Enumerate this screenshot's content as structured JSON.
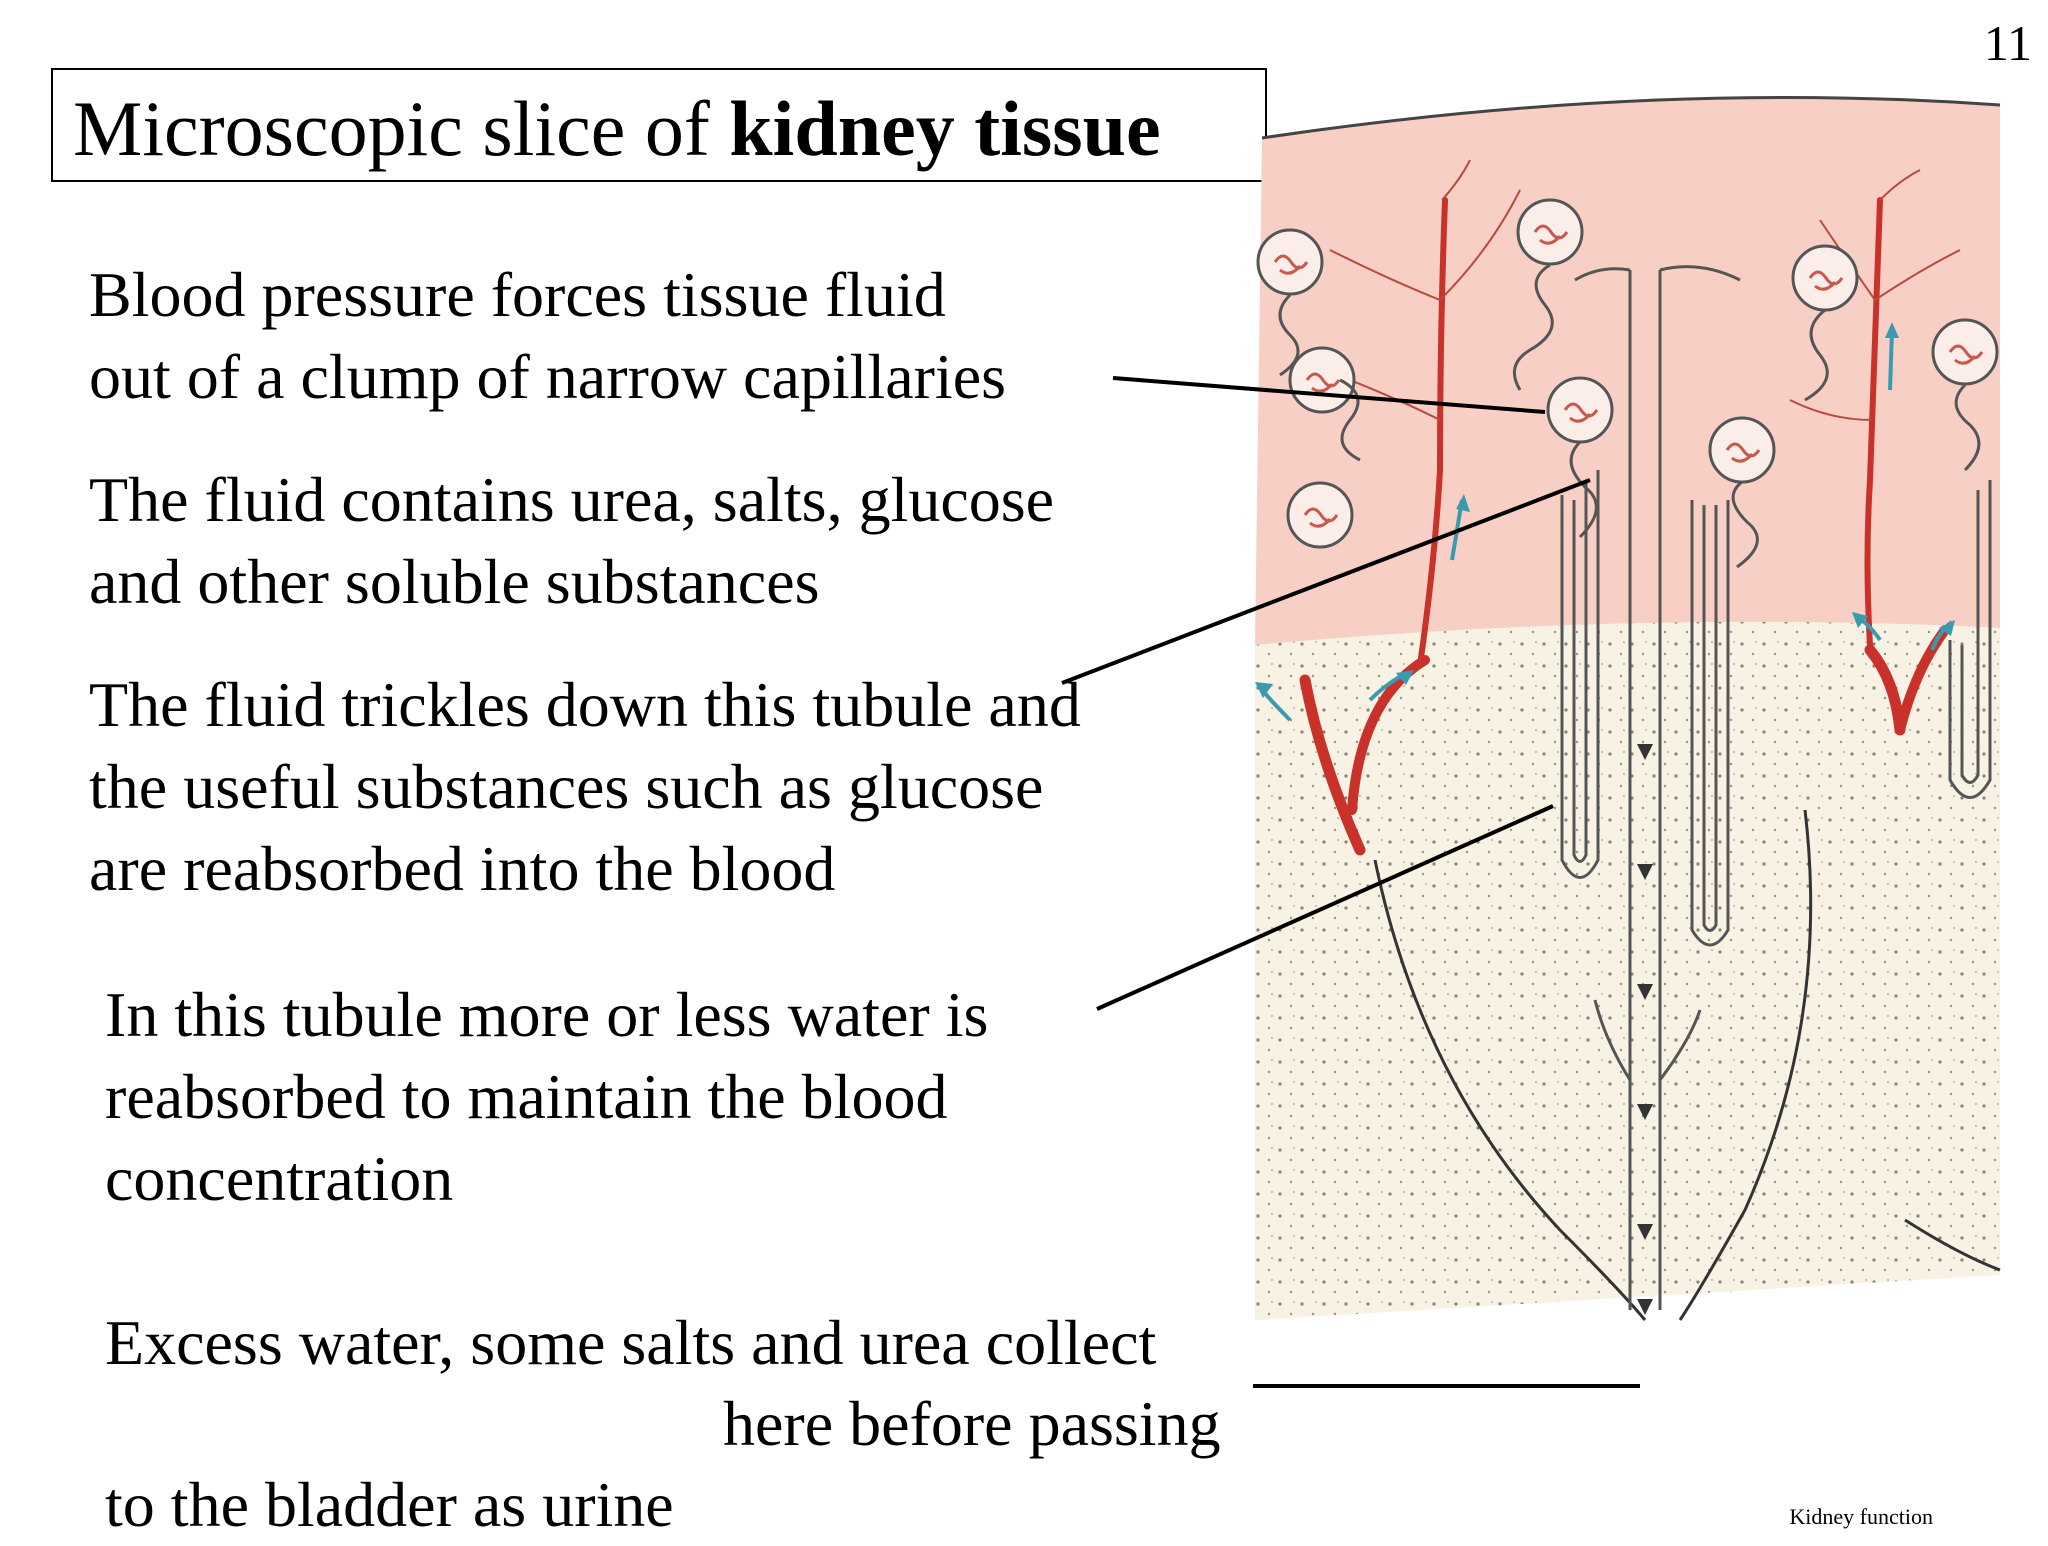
{
  "page_number": "11",
  "title": {
    "prefix": "Microscopic slice of ",
    "bold": "kidney tissue"
  },
  "paragraphs": {
    "p1": [
      "Blood pressure forces tissue fluid",
      "out of a  clump of narrow capillaries"
    ],
    "p2": [
      "The fluid contains urea, salts, glucose",
      "and other soluble substances"
    ],
    "p3": [
      "The fluid trickles down this tubule and",
      "the useful substances such as glucose",
      "are reabsorbed into the blood"
    ],
    "p4": [
      "In this tubule more or less water is",
      "reabsorbed to maintain the blood",
      "concentration"
    ],
    "p5": [
      "Excess water, some salts and urea collect",
      "here before passing",
      "to the bladder as urine"
    ]
  },
  "footer": "Kidney function",
  "colors": {
    "cortex": "#f7cfc4",
    "medulla": "#f8f2e4",
    "artery": "#c8322a",
    "arrow": "#3a9bb0",
    "tubule": "#555555"
  }
}
